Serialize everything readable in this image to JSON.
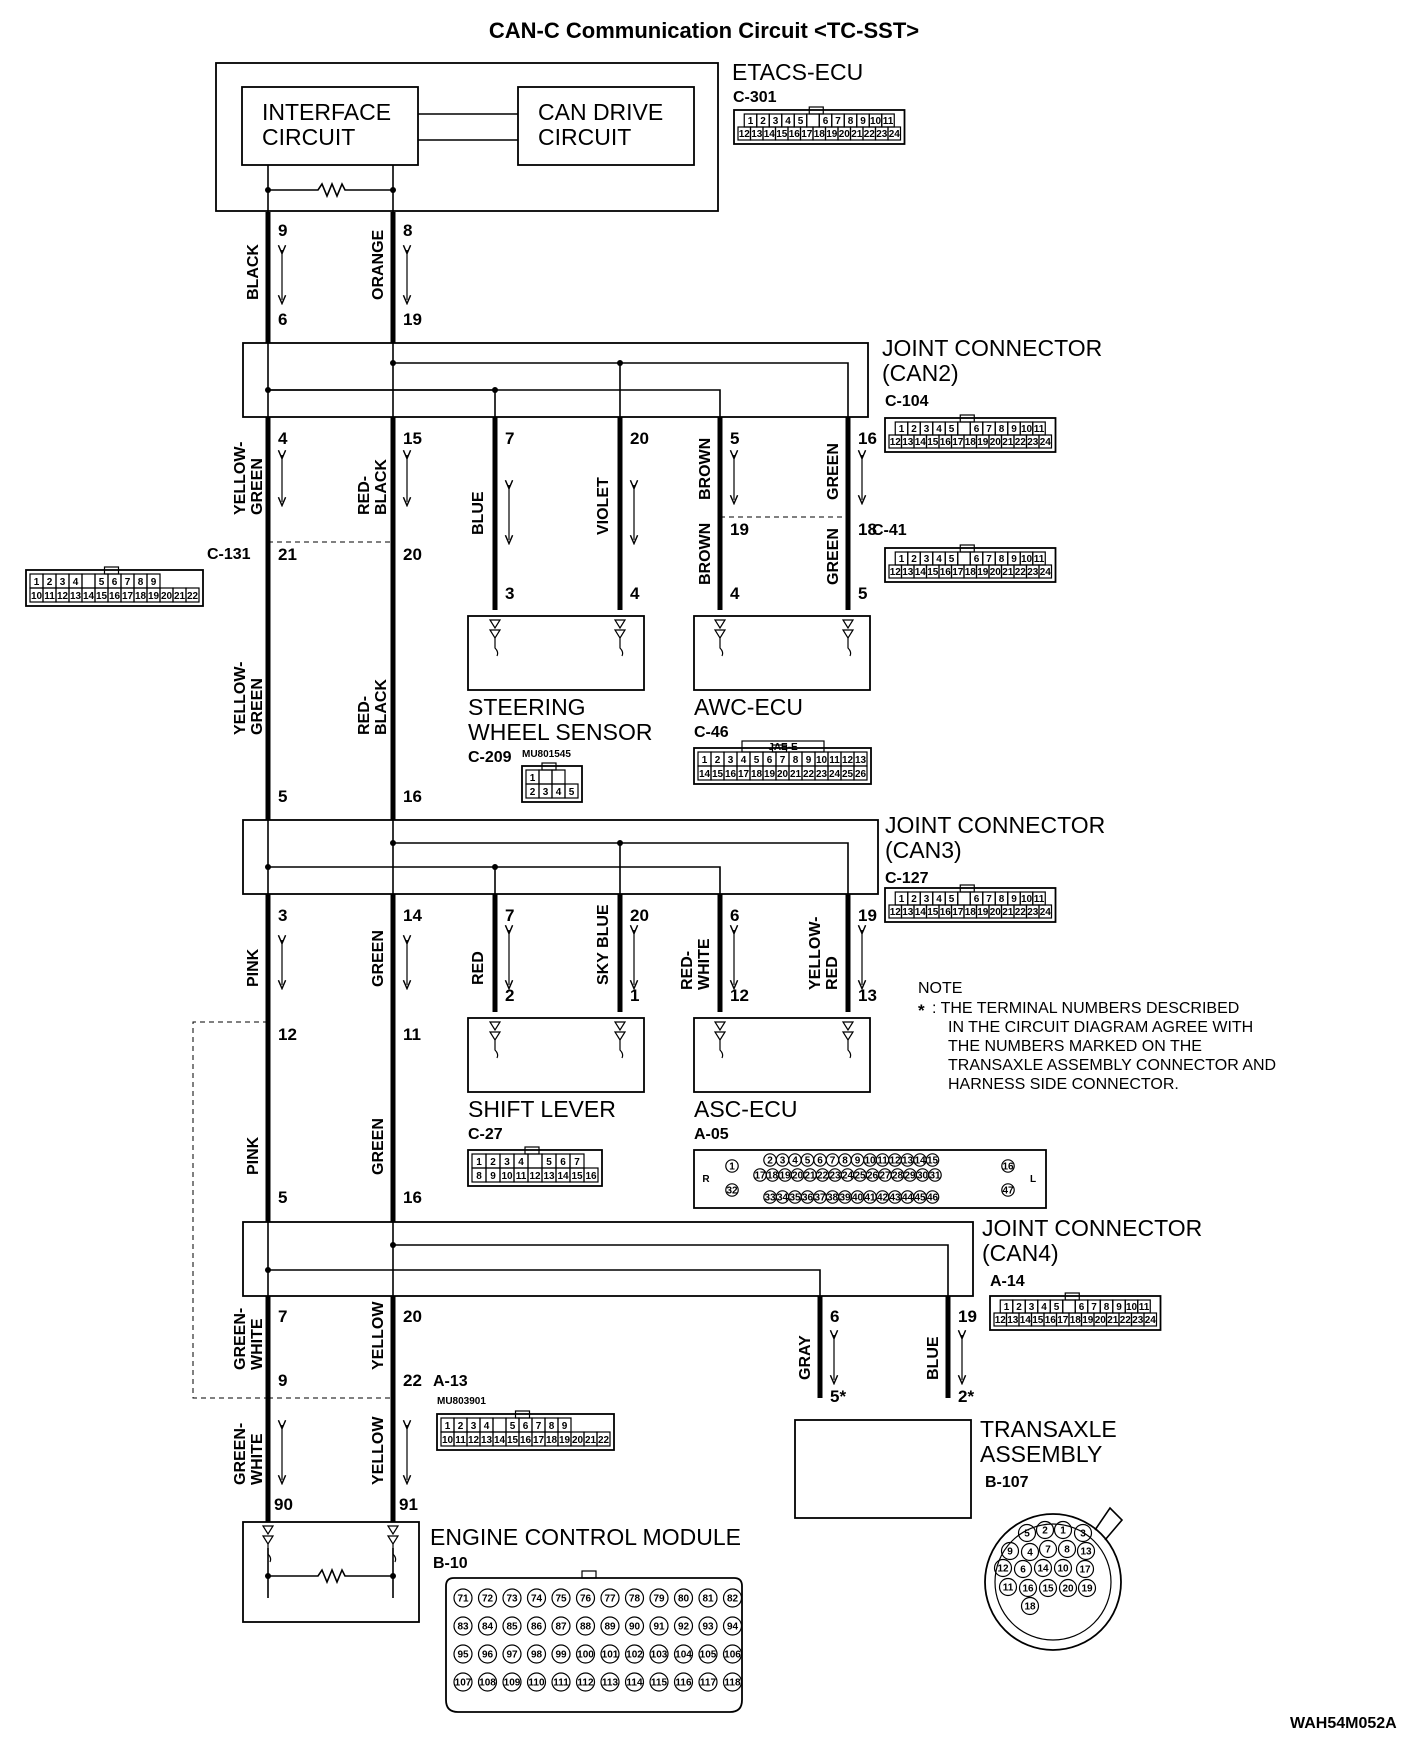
{
  "title": "CAN-C Communication Circuit <TC-SST>",
  "diagram_id": "WAH54M052A",
  "etacs": {
    "name": "ETACS-ECU",
    "code": "C-301",
    "interface_line1": "INTERFACE",
    "interface_line2": "CIRCUIT",
    "candrive_line1": "CAN DRIVE",
    "candrive_line2": "CIRCUIT"
  },
  "joint_can2": {
    "line1": "JOINT CONNECTOR",
    "line2": "(CAN2)",
    "code": "C-104"
  },
  "joint_can3": {
    "line1": "JOINT CONNECTOR",
    "line2": "(CAN3)",
    "code": "C-127"
  },
  "joint_can4": {
    "line1": "JOINT CONNECTOR",
    "line2": "(CAN4)",
    "code": "A-14"
  },
  "c131": "C-131",
  "c41": "C-41",
  "a13": "A-13",
  "a13_part": "MU803901",
  "steering": {
    "line1": "STEERING",
    "line2": "WHEEL SENSOR",
    "code": "C-209",
    "part": "MU801545"
  },
  "awc": {
    "name": "AWC-ECU",
    "code": "C-46",
    "jae": "JAE-E"
  },
  "shift": {
    "name": "SHIFT LEVER",
    "code": "C-27"
  },
  "asc": {
    "name": "ASC-ECU",
    "code": "A-05",
    "r": "R",
    "l": "L"
  },
  "transaxle": {
    "line1": "TRANSAXLE",
    "line2": "ASSEMBLY",
    "code": "B-107"
  },
  "ecm": {
    "name": "ENGINE CONTROL MODULE",
    "code": "B-10"
  },
  "note": {
    "heading": "NOTE",
    "star": "*",
    "lines": [
      ": THE TERMINAL NUMBERS DESCRIBED",
      "IN THE CIRCUIT DIAGRAM AGREE WITH",
      "THE NUMBERS MARKED ON THE",
      "TRANSAXLE ASSEMBLY CONNECTOR AND",
      "HARNESS SIDE CONNECTOR."
    ]
  },
  "wires": {
    "black": "BLACK",
    "orange": "ORANGE",
    "yellow_green_1": "YELLOW-",
    "yellow_green_2": "GREEN",
    "red_black_1": "RED-",
    "red_black_2": "BLACK",
    "blue": "BLUE",
    "violet": "VIOLET",
    "brown": "BROWN",
    "green": "GREEN",
    "pink": "PINK",
    "red": "RED",
    "sky_blue": "SKY BLUE",
    "red_white_1": "RED-",
    "red_white_2": "WHITE",
    "yellow_red_1": "YELLOW-",
    "yellow_red_2": "RED",
    "green_white_1": "GREEN-",
    "green_white_2": "WHITE",
    "yellow": "YELLOW",
    "gray": "GRAY"
  },
  "pins": {
    "p9": "9",
    "p8": "8",
    "p6": "6",
    "p19": "19",
    "p4": "4",
    "p15": "15",
    "p7": "7",
    "p20": "20",
    "p5": "5",
    "p16": "16",
    "p21": "21",
    "p20b": "20",
    "p19b": "19",
    "p18": "18",
    "p3": "3",
    "p4b": "4",
    "p4c": "4",
    "p5b": "5",
    "p5c": "5",
    "p16b": "16",
    "p3b": "3",
    "p14": "14",
    "p7b": "7",
    "p20c": "20",
    "p6b": "6",
    "p19c": "19",
    "p2": "2",
    "p1": "1",
    "p12": "12",
    "p13": "13",
    "p12b": "12",
    "p11": "11",
    "p5d": "5",
    "p16c": "16",
    "p7c": "7",
    "p20d": "20",
    "p6c": "6",
    "p19d": "19",
    "p9b": "9",
    "p22": "22",
    "p5star": "5*",
    "p2star": "2*",
    "p90": "90",
    "p91": "91"
  },
  "connector_24": {
    "row1": [
      "1",
      "2",
      "3",
      "4",
      "5",
      "",
      "6",
      "7",
      "8",
      "9",
      "10",
      "11"
    ],
    "row2": [
      "12",
      "13",
      "14",
      "15",
      "16",
      "17",
      "18",
      "19",
      "20",
      "21",
      "22",
      "23",
      "24"
    ]
  },
  "connector_22": {
    "row1": [
      "1",
      "2",
      "3",
      "4",
      "",
      "5",
      "6",
      "7",
      "8",
      "9"
    ],
    "row2": [
      "10",
      "11",
      "12",
      "13",
      "14",
      "15",
      "16",
      "17",
      "18",
      "19",
      "20",
      "21",
      "22"
    ]
  },
  "connector_c209": {
    "row1": [
      "1",
      "",
      ""
    ],
    "row2": [
      "2",
      "3",
      "4",
      "5"
    ]
  },
  "connector_c46": {
    "row1": [
      "1",
      "2",
      "3",
      "4",
      "5",
      "6",
      "7",
      "8",
      "9",
      "10",
      "11",
      "12",
      "13"
    ],
    "row2": [
      "14",
      "15",
      "16",
      "17",
      "18",
      "19",
      "20",
      "21",
      "22",
      "23",
      "24",
      "25",
      "26"
    ]
  },
  "connector_c27": {
    "row1": [
      "1",
      "2",
      "3",
      "4",
      "",
      "5",
      "6",
      "7"
    ],
    "row2": [
      "8",
      "9",
      "10",
      "11",
      "12",
      "13",
      "14",
      "15",
      "16"
    ]
  },
  "connector_a05": {
    "row1": [
      "2",
      "3",
      "4",
      "5",
      "6",
      "7",
      "8",
      "9",
      "10",
      "11",
      "12",
      "13",
      "14",
      "15"
    ],
    "row2": [
      "17",
      "18",
      "19",
      "20",
      "21",
      "22",
      "23",
      "24",
      "25",
      "26",
      "27",
      "28",
      "29",
      "30",
      "31"
    ],
    "row3": [
      "33",
      "34",
      "35",
      "36",
      "37",
      "38",
      "39",
      "40",
      "41",
      "42",
      "43",
      "44",
      "45",
      "46"
    ],
    "left": [
      "1",
      "32"
    ],
    "right": [
      "16",
      "47"
    ]
  },
  "connector_b107": [
    "5",
    "2",
    "1",
    "3",
    "9",
    "4",
    "7",
    "8",
    "13",
    "12",
    "6",
    "14",
    "10",
    "17",
    "11",
    "16",
    "15",
    "20",
    "19",
    "18"
  ],
  "connector_b10": {
    "row1": [
      "71",
      "72",
      "73",
      "74",
      "75",
      "76",
      "77",
      "78",
      "79",
      "80",
      "81",
      "82"
    ],
    "row2": [
      "83",
      "84",
      "85",
      "86",
      "87",
      "88",
      "89",
      "90",
      "91",
      "92",
      "93",
      "94"
    ],
    "row3": [
      "95",
      "96",
      "97",
      "98",
      "99",
      "100",
      "101",
      "102",
      "103",
      "104",
      "105",
      "106"
    ],
    "row4": [
      "107",
      "108",
      "109",
      "110",
      "111",
      "112",
      "113",
      "114",
      "115",
      "116",
      "117",
      "118"
    ]
  }
}
